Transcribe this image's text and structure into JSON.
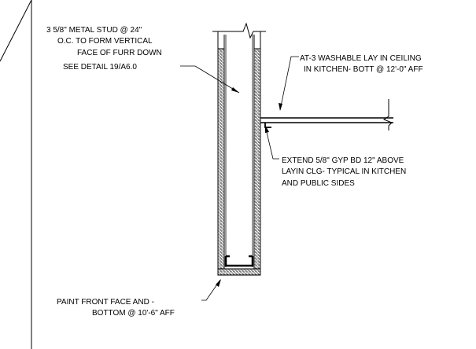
{
  "notes": {
    "stud": [
      "3 5/8\" METAL STUD @ 24\"",
      "O.C. TO FORM VERTICAL",
      "FACE OF FURR DOWN",
      "SEE DETAIL 19/A6.0"
    ],
    "ceiling": [
      "AT-3 WASHABLE LAY IN CEILING",
      "IN KITCHEN- BOTT  @ 12'-0\" AFF"
    ],
    "gyp": [
      "EXTEND 5/8\" GYP BD  12\" ABOVE",
      "LAYIN CLG- TYPICAL IN KITCHEN",
      "AND PUBLIC SIDES"
    ],
    "paint": [
      "PAINT FRONT FACE AND -",
      "BOTTOM @ 10'-6\" AFF"
    ]
  }
}
